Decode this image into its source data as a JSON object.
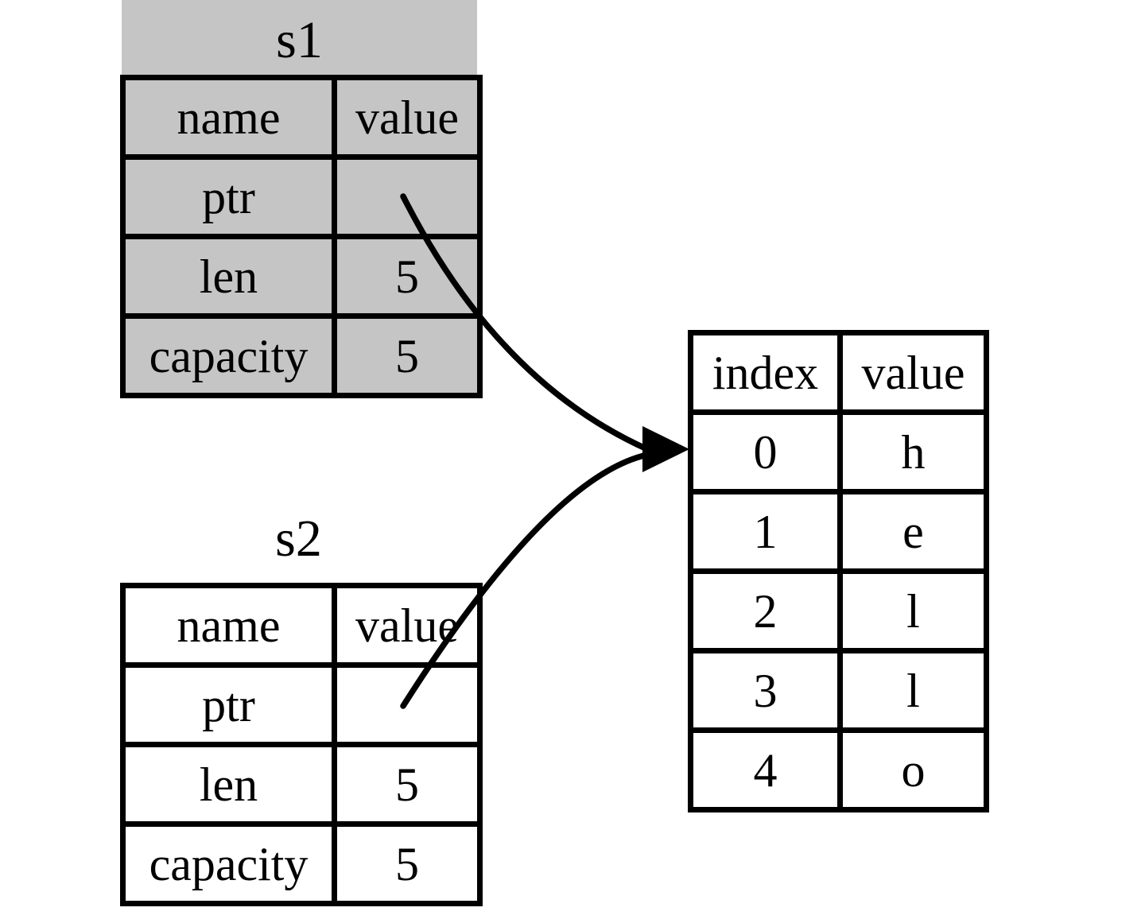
{
  "s1": {
    "title": "s1",
    "columns": [
      "name",
      "value"
    ],
    "rows": [
      {
        "name": "ptr",
        "value": ""
      },
      {
        "name": "len",
        "value": "5"
      },
      {
        "name": "capacity",
        "value": "5"
      }
    ]
  },
  "s2": {
    "title": "s2",
    "columns": [
      "name",
      "value"
    ],
    "rows": [
      {
        "name": "ptr",
        "value": ""
      },
      {
        "name": "len",
        "value": "5"
      },
      {
        "name": "capacity",
        "value": "5"
      }
    ]
  },
  "heap": {
    "columns": [
      "index",
      "value"
    ],
    "rows": [
      {
        "index": "0",
        "value": "h"
      },
      {
        "index": "1",
        "value": "e"
      },
      {
        "index": "2",
        "value": "l"
      },
      {
        "index": "3",
        "value": "l"
      },
      {
        "index": "4",
        "value": "o"
      }
    ]
  },
  "colors": {
    "moved_table_fill": "#c5c5c5",
    "active_table_fill": "#ffffff",
    "border": "#000000",
    "arrow": "#000000"
  }
}
